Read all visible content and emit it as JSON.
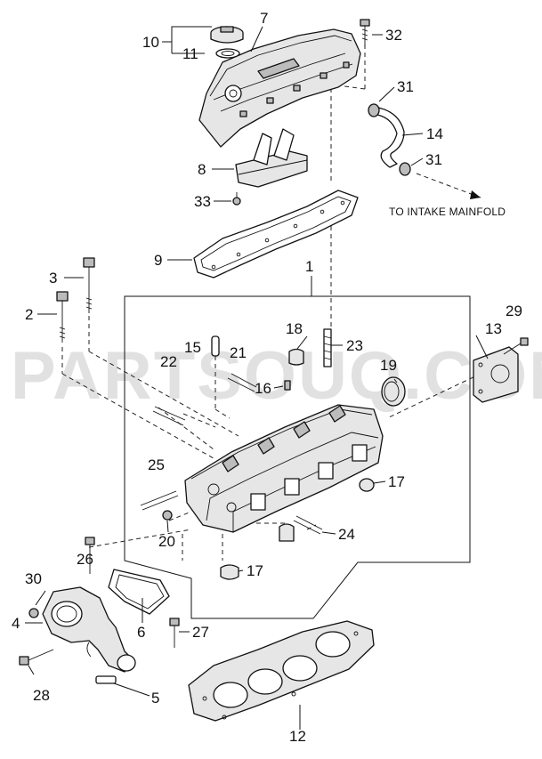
{
  "watermark": "PARTSOUQ.COM",
  "note_to_intake": "TO INTAKE MAINFOLD",
  "callouts": {
    "c1": "1",
    "c2": "2",
    "c3": "3",
    "c4": "4",
    "c5": "5",
    "c6": "6",
    "c7": "7",
    "c8": "8",
    "c9": "9",
    "c10": "10",
    "c11": "11",
    "c12": "12",
    "c13": "13",
    "c14": "14",
    "c15": "15",
    "c16": "16",
    "c17a": "17",
    "c17b": "17",
    "c18": "18",
    "c19": "19",
    "c20": "20",
    "c21": "21",
    "c22": "22",
    "c23": "23",
    "c24": "24",
    "c25": "25",
    "c26": "26",
    "c27": "27",
    "c28": "28",
    "c29": "29",
    "c30": "30",
    "c31a": "31",
    "c31b": "31",
    "c32": "32",
    "c33": "33"
  }
}
